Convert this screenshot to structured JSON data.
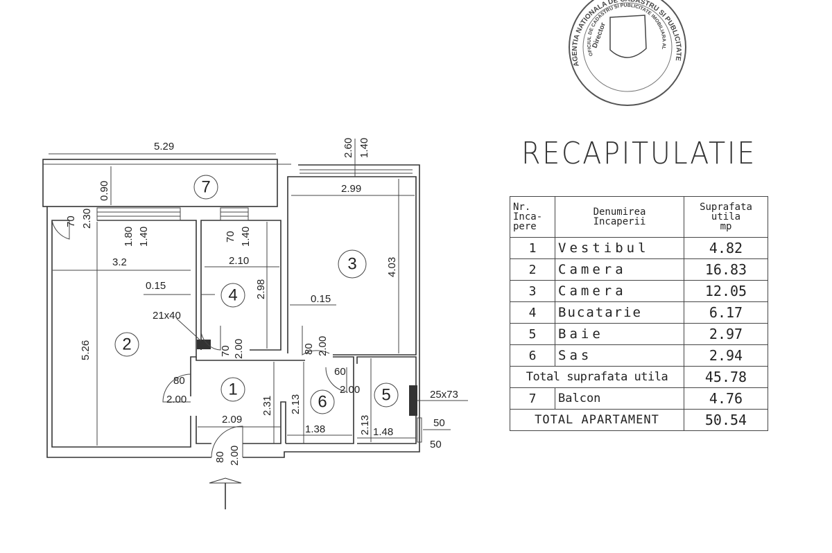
{
  "stamp": {
    "outer_text": "AGENTIA NATIONALA DE CADASTRU SI PUBLICITATE IMOBILIARA",
    "inner_text": "OFICIUL DE CADASTRU SI PUBLICITATE IMOBILIARA AL MUNICIPIULUI BUCURESTI",
    "center_text": "Director"
  },
  "plan": {
    "rooms": [
      "7",
      "2",
      "4",
      "3",
      "1",
      "6",
      "5"
    ],
    "dims": {
      "d529": "5.29",
      "d090": "0.90",
      "d070a": "70",
      "d230": "2.30",
      "d180": "1.80",
      "d140a": "1.40",
      "d32": "3.2",
      "d015a": "0.15",
      "d070b": "70",
      "d140b": "1.40",
      "d210": "2.10",
      "d298": "2.98",
      "d260": "2.60",
      "d140c": "1.40",
      "d299": "2.99",
      "d403": "4.03",
      "d015b": "0.15",
      "d2140": "21x40",
      "d526": "5.26",
      "d070c": "70",
      "d200a": "2.00",
      "d080a": "80",
      "d200b": "2.00",
      "d080b": "80",
      "d200c": "2.00",
      "d231": "2.31",
      "d209": "2.09",
      "d080c": "80",
      "d200d": "2.00",
      "d213a": "2.13",
      "d138": "1.38",
      "d060": "60",
      "d200e": "2.00",
      "d213b": "2.13",
      "d148": "1.48",
      "d2573": "25x73",
      "d050a": "50",
      "d050b": "50"
    }
  },
  "recap": {
    "title": "RECAPITULATIE",
    "headers": {
      "nr": [
        "Nr.",
        "Inca-",
        "pere"
      ],
      "name": [
        "Denumirea",
        "Incaperii"
      ],
      "area": [
        "Suprafata",
        "utila",
        "mp"
      ]
    },
    "rows": [
      {
        "nr": "1",
        "name": "Vestibul",
        "area": "4.82"
      },
      {
        "nr": "2",
        "name": "Camera",
        "area": "16.83"
      },
      {
        "nr": "3",
        "name": "Camera",
        "area": "12.05"
      },
      {
        "nr": "4",
        "name": "Bucatarie",
        "area": "6.17"
      },
      {
        "nr": "5",
        "name": "Baie",
        "area": "2.97"
      },
      {
        "nr": "6",
        "name": "Sas",
        "area": "2.94"
      }
    ],
    "total_useful": {
      "label": "Total suprafata utila",
      "area": "45.78"
    },
    "balcony": {
      "nr": "7",
      "name": "Balcon",
      "area": "4.76"
    },
    "total_apartment": {
      "label": "TOTAL APARTAMENT",
      "area": "50.54"
    }
  }
}
